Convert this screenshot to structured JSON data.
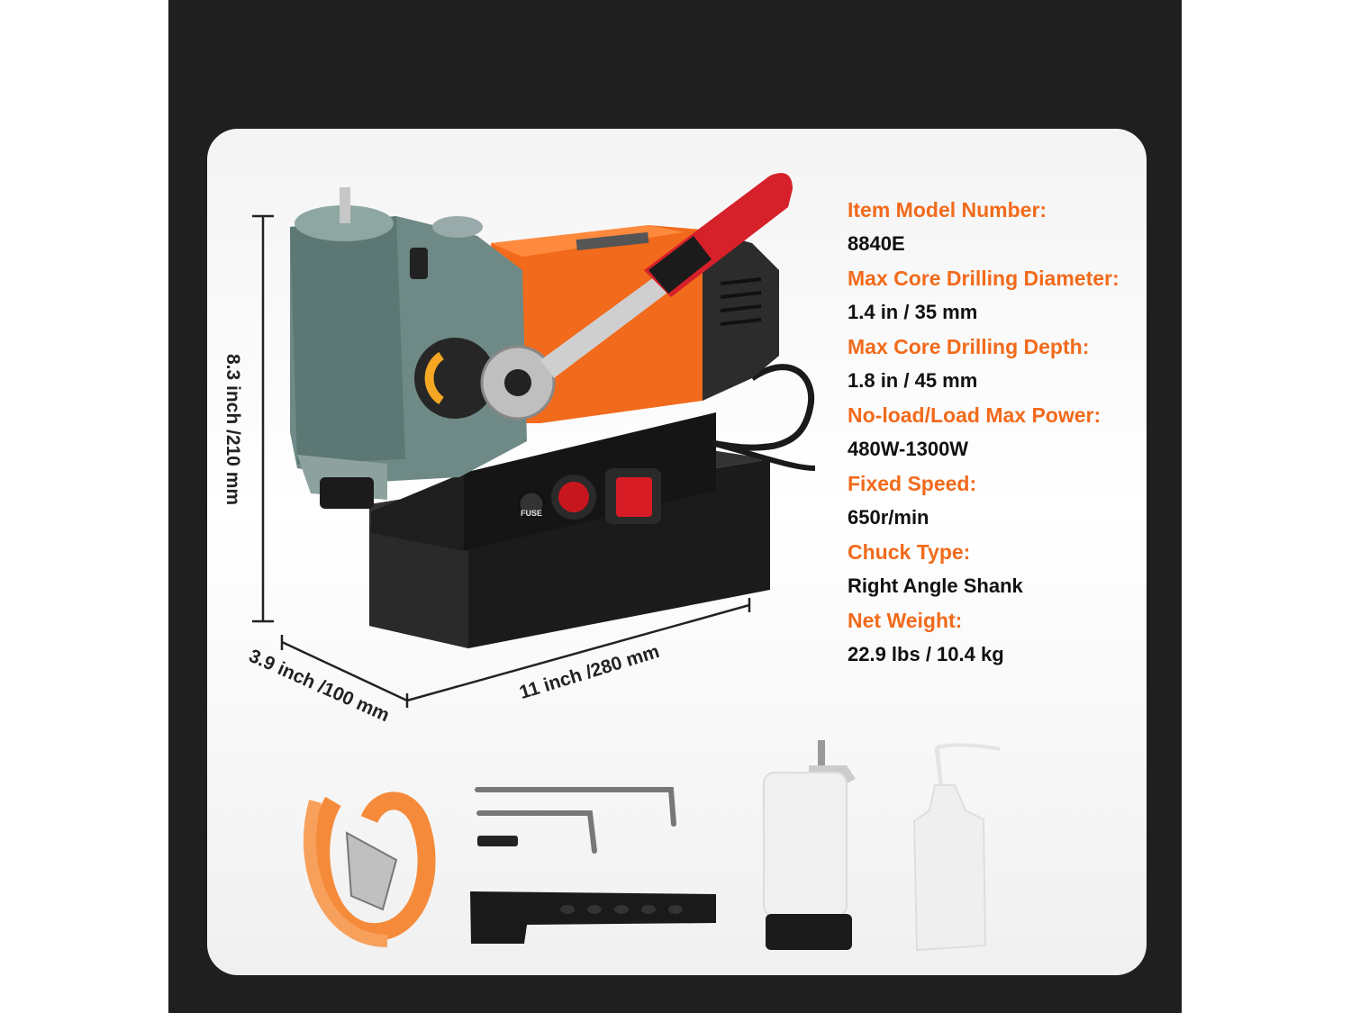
{
  "colors": {
    "accent": "#f26a1b",
    "frame": "#1f1f1f",
    "drill_body": "#f26a1b",
    "drill_head": "#6f8a86",
    "handle_red": "#d6202a"
  },
  "dimensions": {
    "height": "8.3 inch /210 mm",
    "depth": "3.9 inch /100 mm",
    "length": "11 inch /280 mm"
  },
  "switch_label": "FUSE",
  "specs": [
    {
      "label": "Item Model Number:",
      "value": "8840E"
    },
    {
      "label": "Max Core Drilling Diameter:",
      "value": "1.4 in / 35 mm"
    },
    {
      "label": "Max Core Drilling Depth:",
      "value": "1.8 in / 45 mm"
    },
    {
      "label": "No-load/Load Max Power:",
      "value": "480W-1300W"
    },
    {
      "label": "Fixed Speed:",
      "value": "650r/min"
    },
    {
      "label": "Chuck Type:",
      "value": "Right Angle Shank"
    },
    {
      "label": "Net Weight:",
      "value": "22.9 lbs / 10.4 kg"
    }
  ],
  "accessories": [
    {
      "name": "ratchet-strap"
    },
    {
      "name": "hex-keys"
    },
    {
      "name": "handle-grip"
    },
    {
      "name": "coolant-tank"
    },
    {
      "name": "squeeze-bottle"
    }
  ]
}
